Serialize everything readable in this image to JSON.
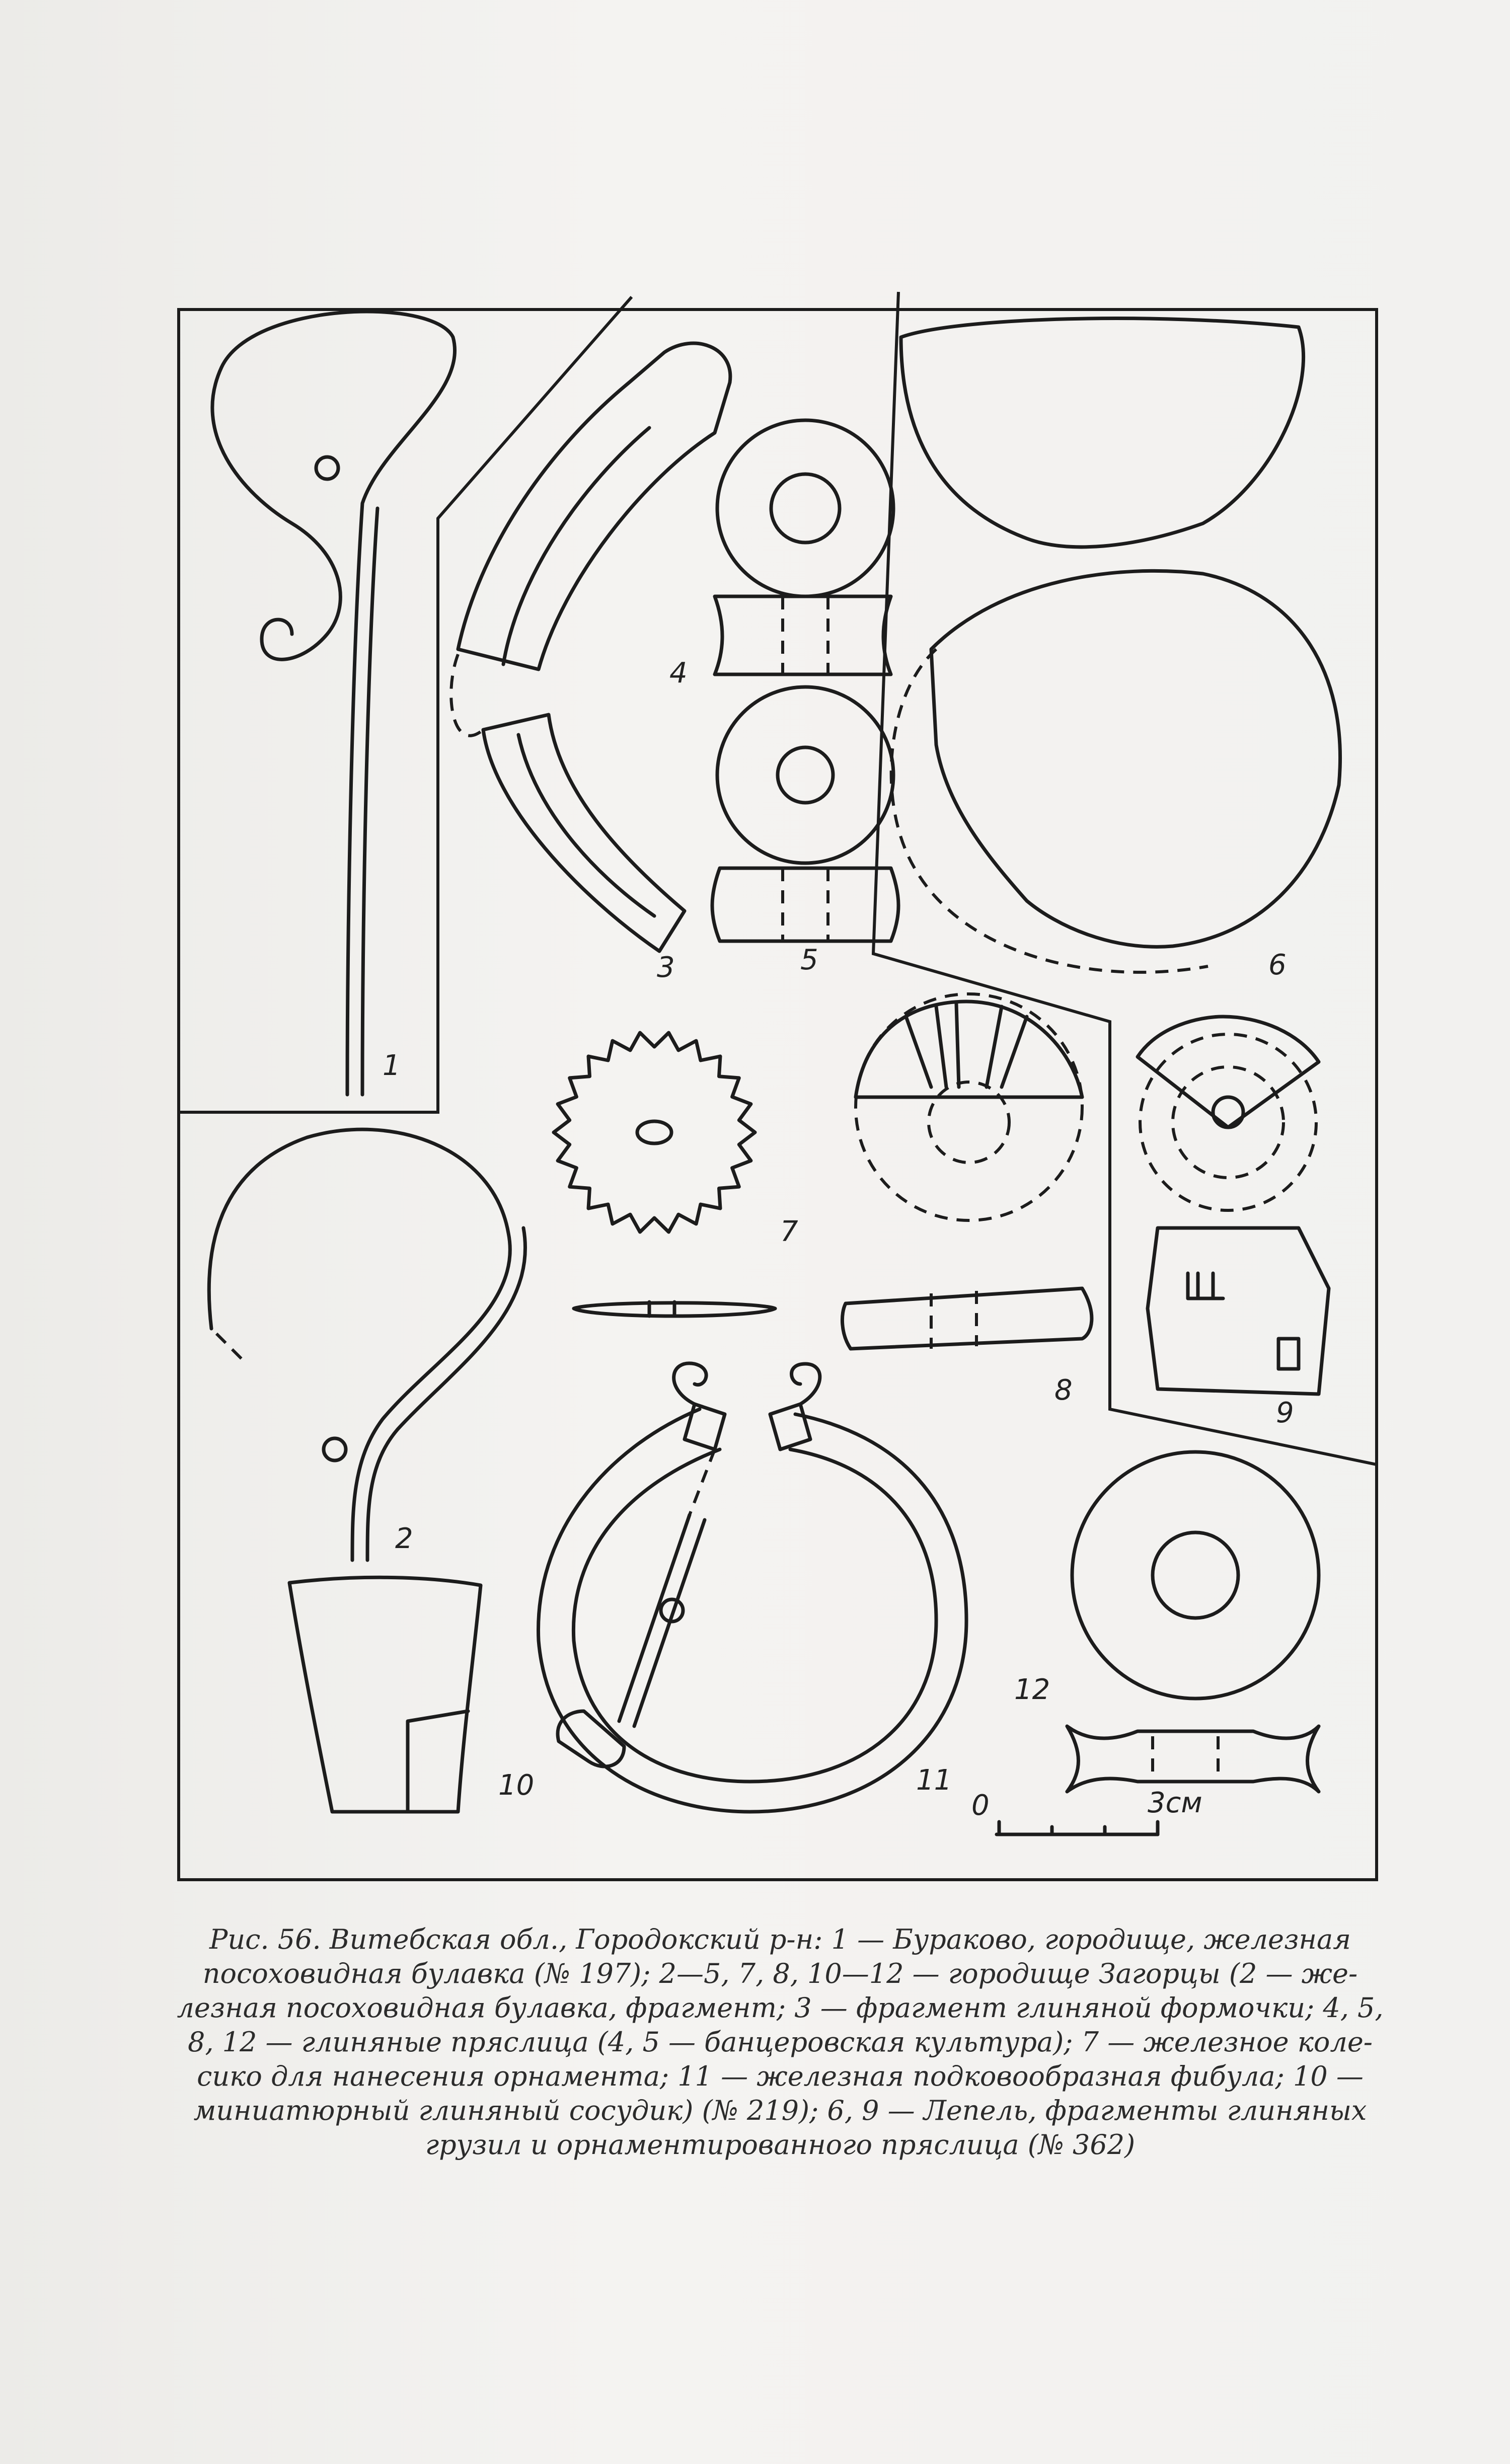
{
  "figure": {
    "labels": [
      "1",
      "2",
      "3",
      "4",
      "5",
      "6",
      "7",
      "8",
      "9",
      "10",
      "11",
      "12"
    ],
    "scale": {
      "start": "0",
      "end": "3см"
    }
  },
  "caption": {
    "lines": [
      "Рис. 56. Витебская обл., Городокский р-н: 1 — Бураково, городище, железная",
      "посоховидная булавка (№ 197); 2—5, 7, 8, 10—12 — городище Загорцы (2 — же-",
      "лезная посоховидная булавка, фрагмент; 3 — фрагмент глиняной формочки; 4, 5,",
      "8, 12 — глиняные пряслица (4, 5 — банцеровская культура); 7 — железное коле-",
      "сико для нанесения орнамента; 11 — железная подковообразная фибула; 10 —",
      "миниатюрный глиняный сосудик) (№ 219); 6, 9 — Лепель, фрагменты глиняных",
      "грузил и орнаментированного пряслица (№ 362)"
    ]
  }
}
